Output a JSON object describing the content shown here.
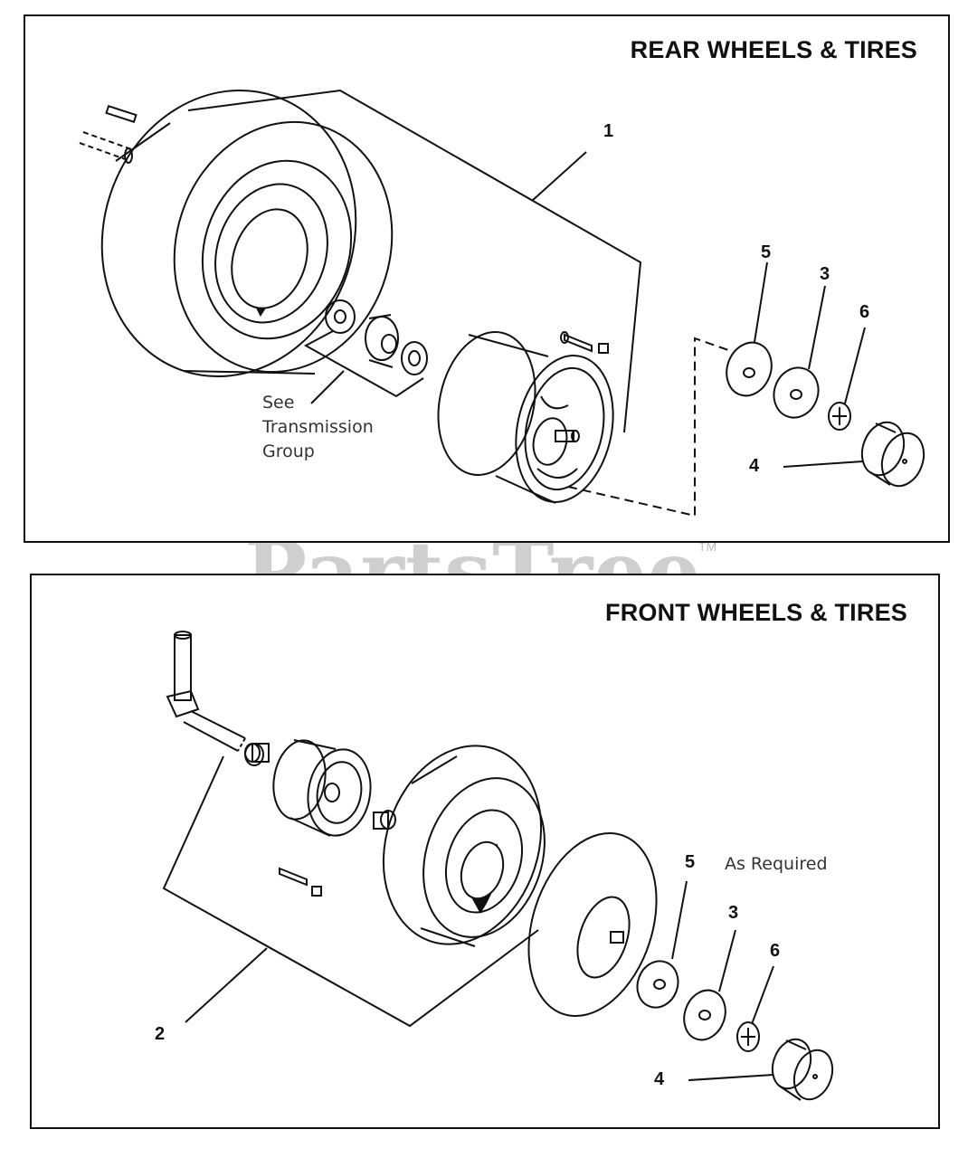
{
  "sections": {
    "rear": {
      "title": "REAR WHEELS & TIRES",
      "callouts": [
        "1",
        "5",
        "3",
        "6",
        "4"
      ],
      "note_lines": [
        "See",
        "Transmission",
        "Group"
      ]
    },
    "front": {
      "title": "FRONT WHEELS & TIRES",
      "callouts": [
        "2",
        "5",
        "3",
        "6",
        "4"
      ],
      "note": "As Required"
    }
  },
  "watermark": {
    "text": "PartsTree",
    "tm": "TM"
  },
  "colors": {
    "line": "#111111",
    "watermark": "#cfcfcf"
  }
}
